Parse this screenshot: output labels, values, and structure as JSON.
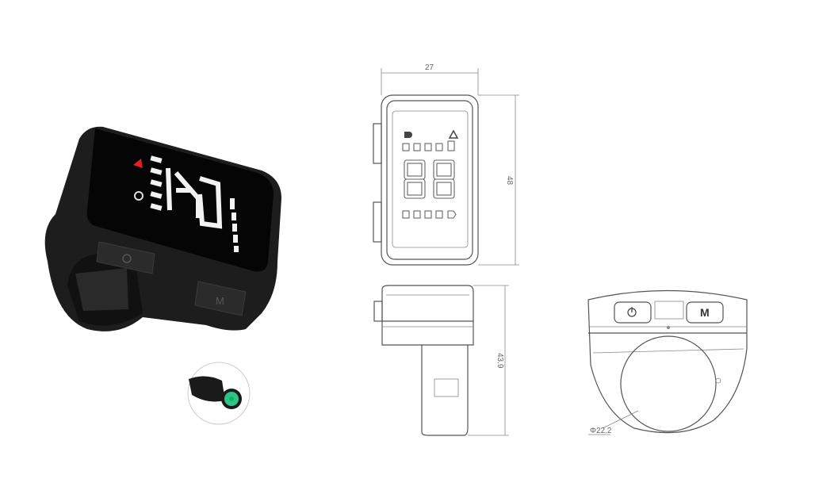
{
  "product_photo": {
    "button_power_icon": "power-icon",
    "button_mode_label": "M",
    "display_icons": [
      "warning-icon",
      "headlight-icon"
    ],
    "accent_colors": {
      "warning": "#e02020",
      "connector": "#2fc38a",
      "body": "#1b1b1b"
    }
  },
  "front_view": {
    "width_label": "27",
    "height_label": "48",
    "icons": [
      "headlight-icon",
      "warning-icon"
    ],
    "digits": "88"
  },
  "side_view": {
    "height_label": "43.9"
  },
  "bottom_view": {
    "power_icon": "power-icon",
    "mode_label": "M",
    "diameter_label": "Φ22.2"
  }
}
